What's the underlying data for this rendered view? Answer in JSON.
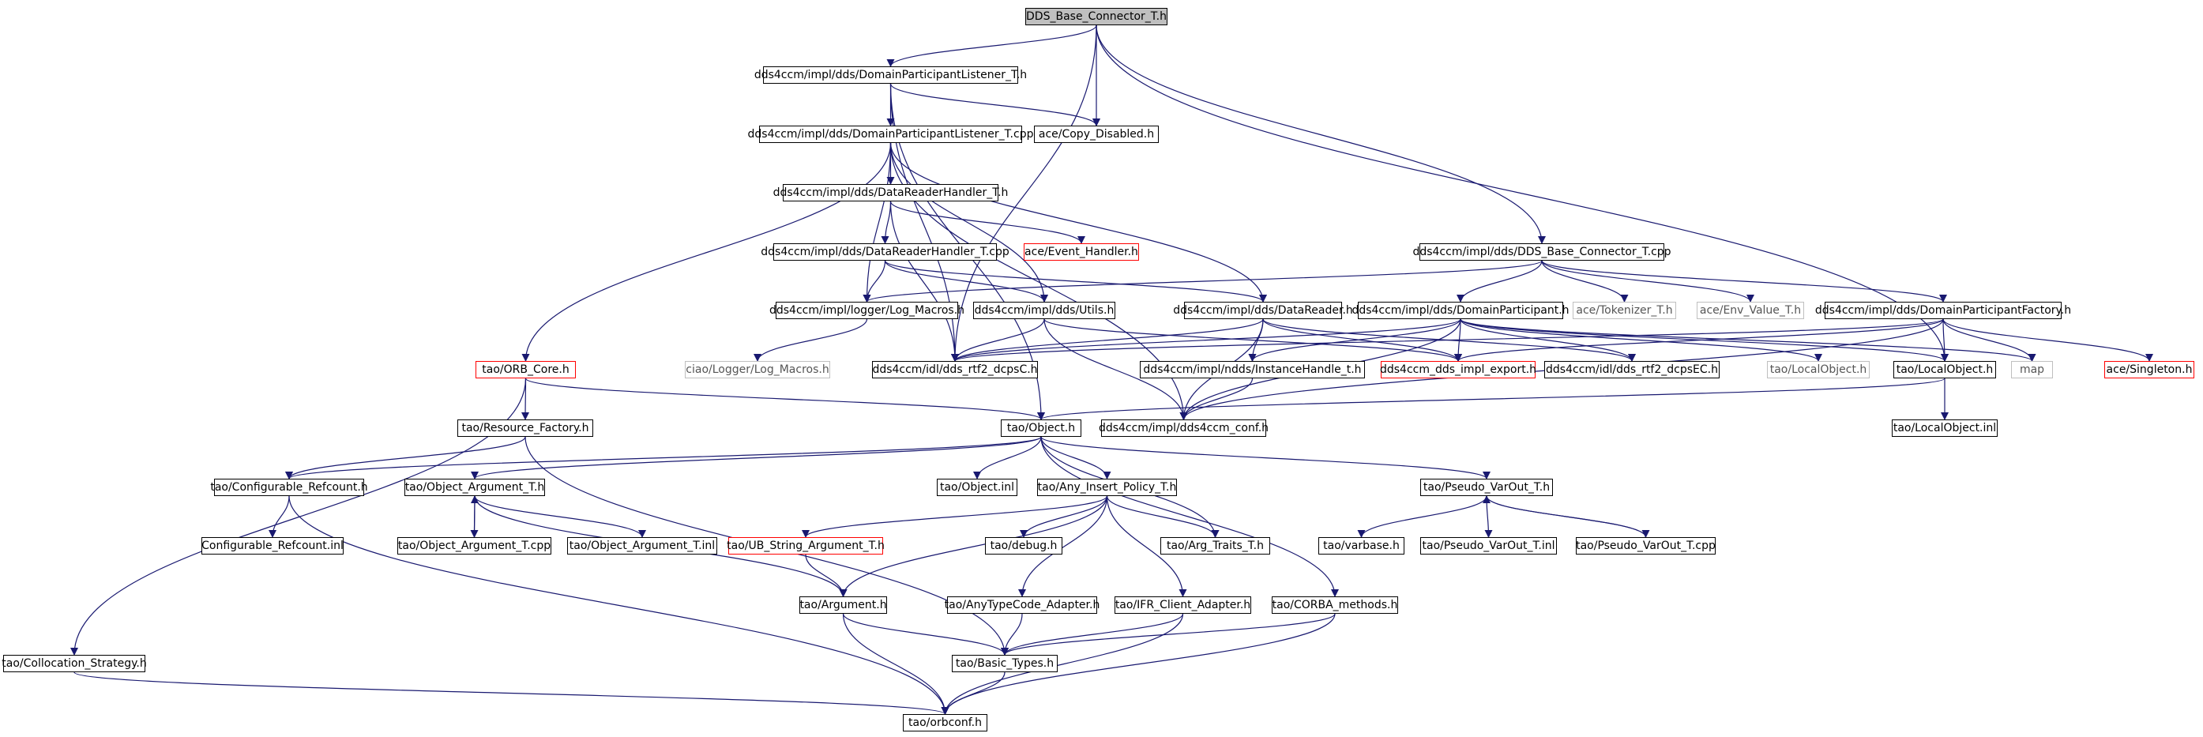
{
  "nodes": {
    "root": {
      "label": "DDS_Base_Connector_T.h"
    },
    "dplt_h": {
      "label": "dds4ccm/impl/dds/DomainParticipantListener_T.h"
    },
    "dplt_cpp": {
      "label": "dds4ccm/impl/dds/DomainParticipantListener_T.cpp"
    },
    "copy_disabled": {
      "label": "ace/Copy_Disabled.h"
    },
    "drh_h": {
      "label": "dds4ccm/impl/dds/DataReaderHandler_T.h"
    },
    "event_handler": {
      "label": "ace/Event_Handler.h"
    },
    "drh_cpp": {
      "label": "dds4ccm/impl/dds/DataReaderHandler_T.cpp"
    },
    "log_macros": {
      "label": "dds4ccm/impl/logger/Log_Macros.h"
    },
    "utils": {
      "label": "dds4ccm/impl/dds/Utils.h"
    },
    "datareader": {
      "label": "dds4ccm/impl/dds/DataReader.h"
    },
    "dbc_cpp": {
      "label": "dds4ccm/impl/dds/DDS_Base_Connector_T.cpp"
    },
    "tokenizer": {
      "label": "ace/Tokenizer_T.h"
    },
    "env_value": {
      "label": "ace/Env_Value_T.h"
    },
    "dp": {
      "label": "dds4ccm/impl/dds/DomainParticipant.h"
    },
    "dpf": {
      "label": "dds4ccm/impl/dds/DomainParticipantFactory.h"
    },
    "singleton": {
      "label": "ace/Singleton.h"
    },
    "ciao_log": {
      "label": "ciao/Logger/Log_Macros.h"
    },
    "dcpsc": {
      "label": "dds4ccm/idl/dds_rtf2_dcpsC.h"
    },
    "orb_core": {
      "label": "tao/ORB_Core.h"
    },
    "impl_export": {
      "label": "dds4ccm_dds_impl_export.h"
    },
    "instance_handle": {
      "label": "dds4ccm/impl/ndds/InstanceHandle_t.h"
    },
    "dcpsec": {
      "label": "dds4ccm/idl/dds_rtf2_dcpsEC.h"
    },
    "localobject_plain": {
      "label": "tao/LocalObject.h"
    },
    "localobject": {
      "label": "tao/LocalObject.h"
    },
    "map": {
      "label": "map"
    },
    "resource_factory": {
      "label": "tao/Resource_Factory.h"
    },
    "object_h": {
      "label": "tao/Object.h"
    },
    "conf": {
      "label": "dds4ccm/impl/dds4ccm_conf.h"
    },
    "localobject_inl": {
      "label": "tao/LocalObject.inl"
    },
    "conf_refcount": {
      "label": "tao/Configurable_Refcount.h"
    },
    "obj_arg": {
      "label": "tao/Object_Argument_T.h"
    },
    "object_inl": {
      "label": "tao/Object.inl"
    },
    "any_insert": {
      "label": "tao/Any_Insert_Policy_T.h"
    },
    "pseudo_h": {
      "label": "tao/Pseudo_VarOut_T.h"
    },
    "conf_refcount_inl": {
      "label": "Configurable_Refcount.inl"
    },
    "obj_arg_cpp": {
      "label": "tao/Object_Argument_T.cpp"
    },
    "obj_arg_inl": {
      "label": "tao/Object_Argument_T.inl"
    },
    "ub_string": {
      "label": "tao/UB_String_Argument_T.h"
    },
    "debug": {
      "label": "tao/debug.h"
    },
    "arg_traits": {
      "label": "tao/Arg_Traits_T.h"
    },
    "varbase": {
      "label": "tao/varbase.h"
    },
    "pseudo_inl": {
      "label": "tao/Pseudo_VarOut_T.inl"
    },
    "pseudo_cpp": {
      "label": "tao/Pseudo_VarOut_T.cpp"
    },
    "argument": {
      "label": "tao/Argument.h"
    },
    "anytypecode": {
      "label": "tao/AnyTypeCode_Adapter.h"
    },
    "ifr": {
      "label": "tao/IFR_Client_Adapter.h"
    },
    "corba_methods": {
      "label": "tao/CORBA_methods.h"
    },
    "basic_types": {
      "label": "tao/Basic_Types.h"
    },
    "collocation": {
      "label": "tao/Collocation_Strategy.h"
    },
    "orbconf": {
      "label": "tao/orbconf.h"
    }
  },
  "colors": {
    "edge": "#191970",
    "border": "#000000",
    "missing_border": "#bfbfbf",
    "external_border": "#ff0000",
    "root_fill": "#bfbfbf"
  }
}
